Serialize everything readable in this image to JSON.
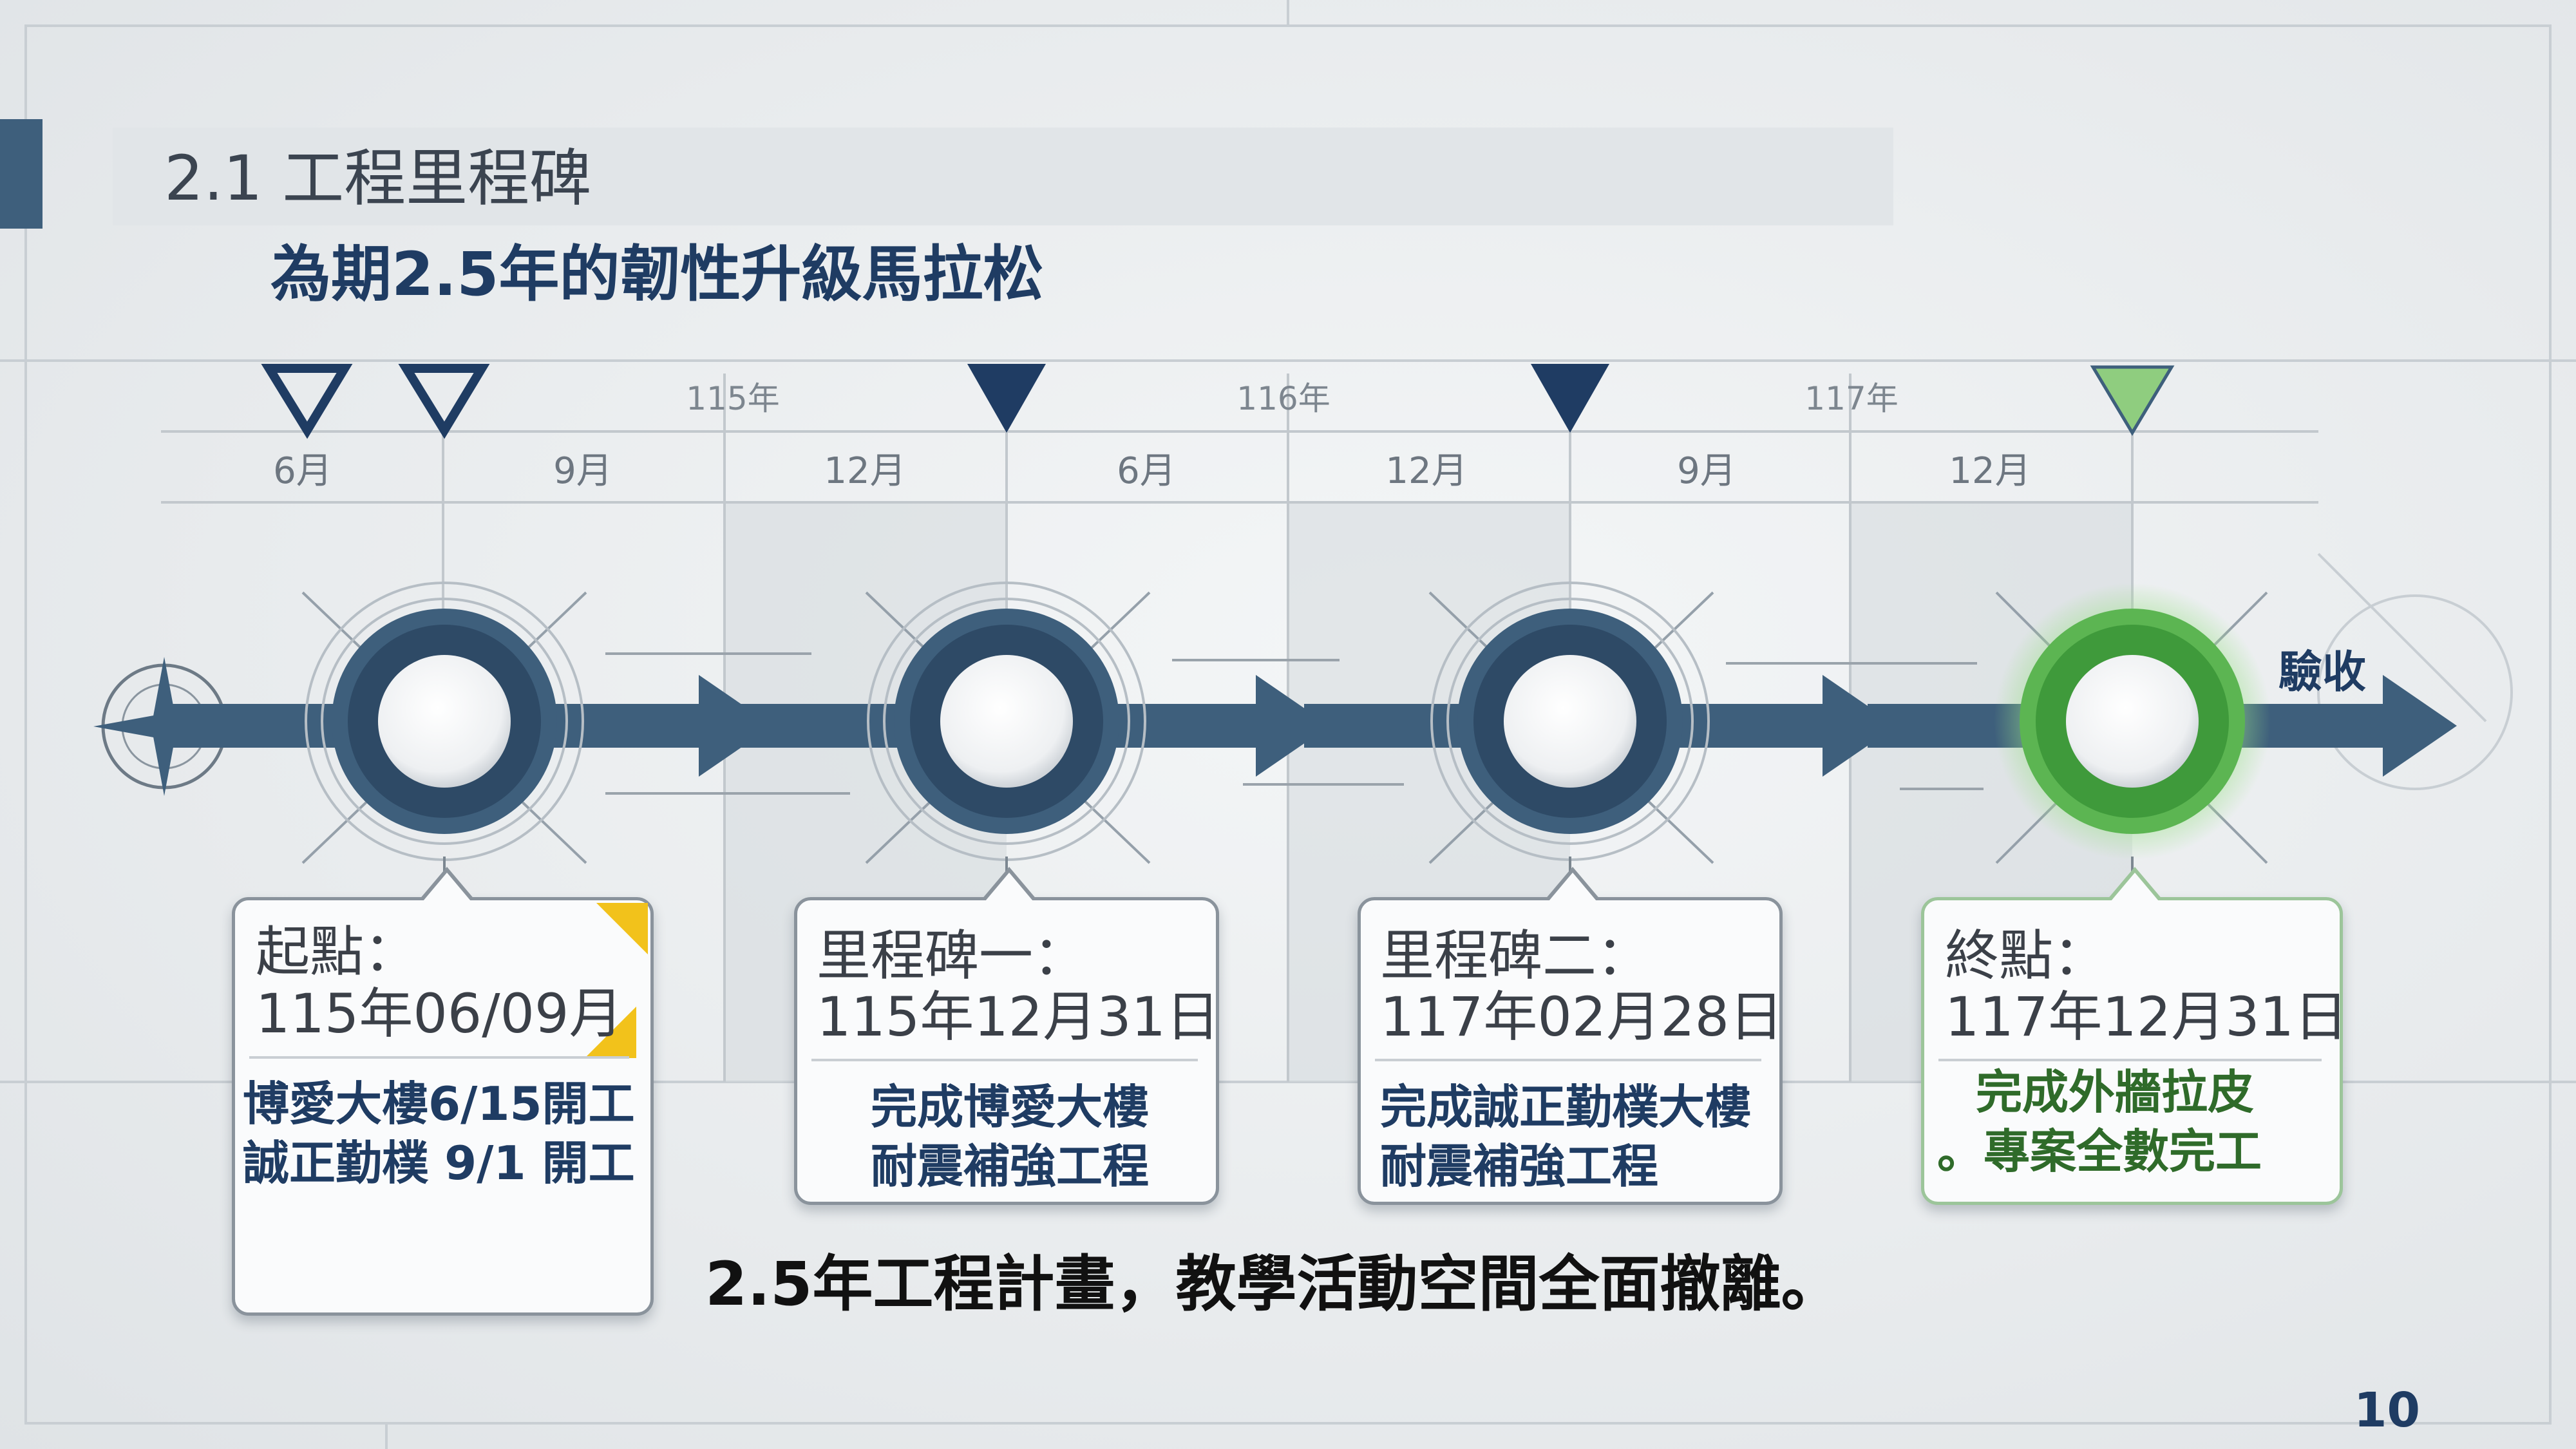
{
  "title": "2.1 工程里程碑",
  "subtitle": "為期2.5年的韌性升級馬拉松",
  "years": [
    {
      "label": "115年"
    },
    {
      "label": "116年"
    },
    {
      "label": "117年"
    }
  ],
  "months": [
    "6月",
    "9月",
    "12月",
    "6月",
    "12月",
    "9月",
    "12月"
  ],
  "markers": [
    {
      "style": "outline",
      "color": "#1f3c63"
    },
    {
      "style": "outline",
      "color": "#1f3c63"
    },
    {
      "style": "filled",
      "color": "#1f3c63"
    },
    {
      "style": "filled",
      "color": "#1f3c63"
    },
    {
      "style": "filled",
      "color": "#8fcd7f"
    }
  ],
  "acceptance_label": "驗收",
  "milestones": [
    {
      "title": "起點：",
      "date": "115年06/09月",
      "desc": [
        "博愛大樓6/15開工",
        "誠正勤樸 9/1 開工"
      ],
      "accent": "#f2c21b"
    },
    {
      "title": "里程碑一：",
      "date": "115年12月31日",
      "desc": [
        "完成博愛大樓",
        "耐震補強工程"
      ]
    },
    {
      "title": "里程碑二：",
      "date": "117年02月28日",
      "desc": [
        "完成誠正勤樸大樓",
        "耐震補強工程"
      ]
    },
    {
      "title": "終點：",
      "date": "117年12月31日",
      "desc": [
        "完成外牆拉皮",
        "。專案全數完工"
      ],
      "accent": "#5cb552"
    }
  ],
  "summary": "2.5年工程計畫，教學活動空間全面撤離。",
  "page_number": "10",
  "colors": {
    "navy": "#1f3c63",
    "steel": "#3e5f7c",
    "green": "#5cb552",
    "text": "#3b4048"
  }
}
